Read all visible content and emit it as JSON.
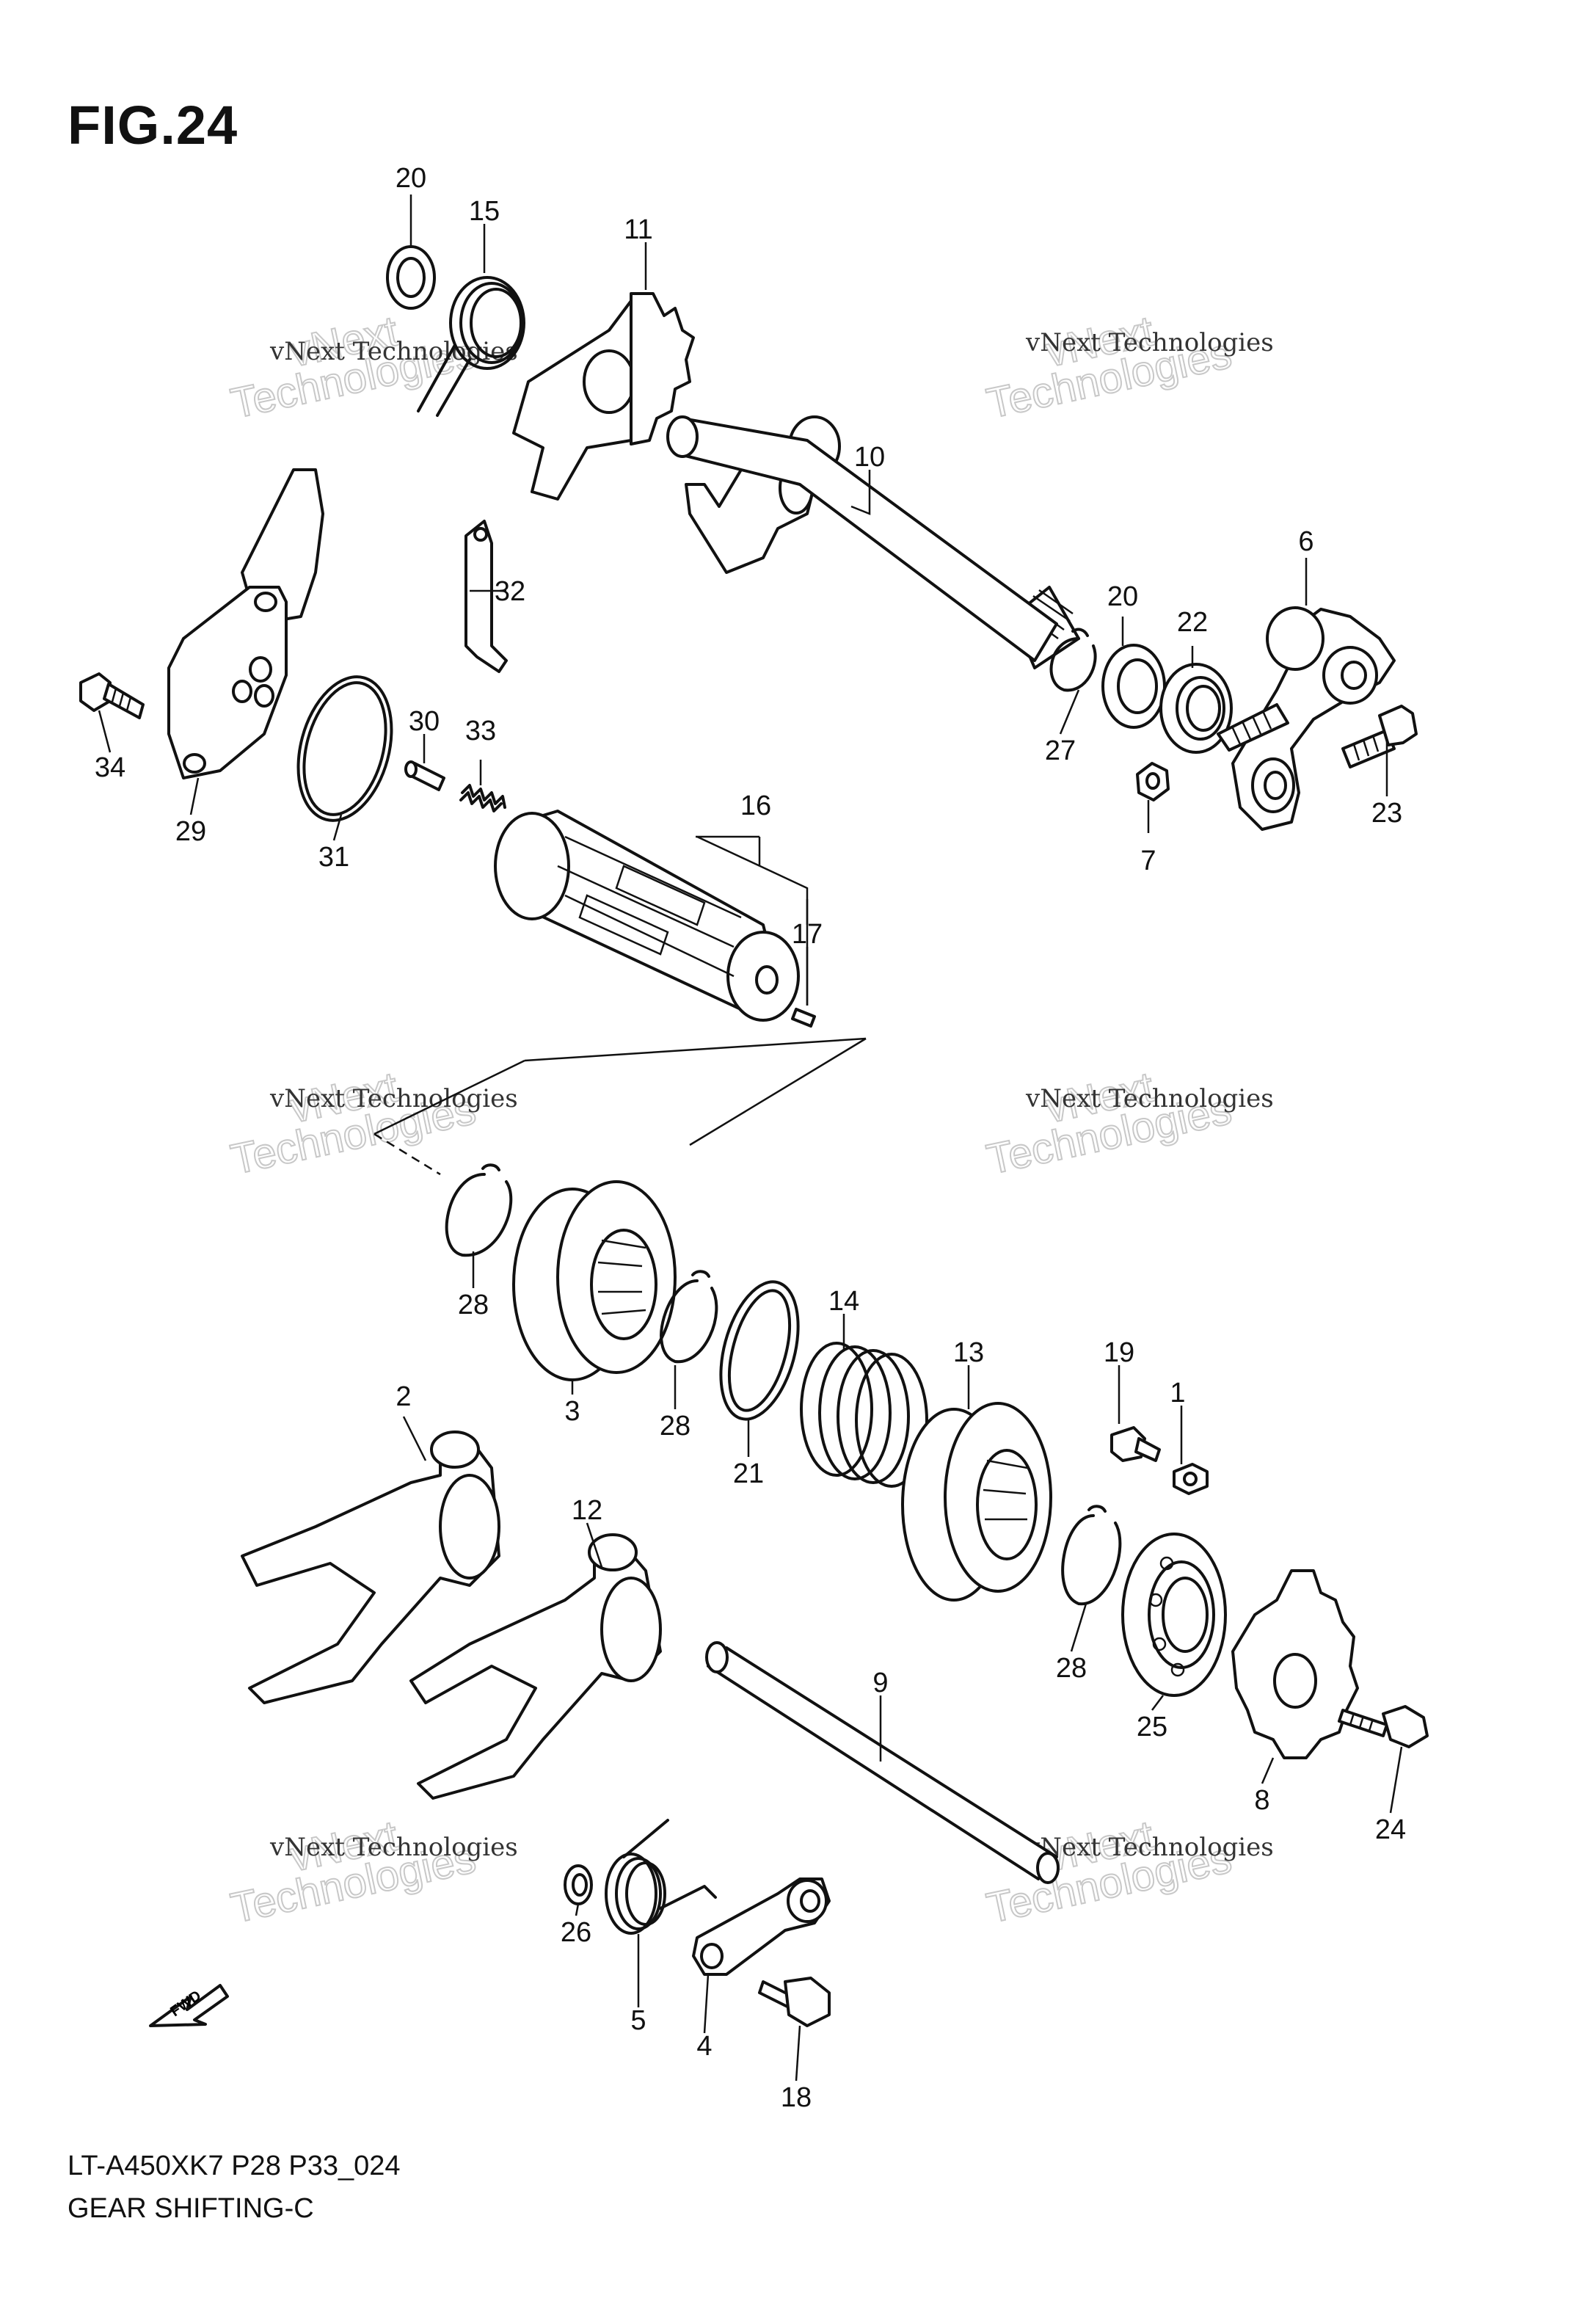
{
  "figure": {
    "title": "FIG.24",
    "model_code": "LT-A450XK7  P28  P33_024",
    "diagram_title": "GEAR SHIFTING-C"
  },
  "watermark": {
    "line1": "vNext Technologies",
    "line2": "vNext",
    "line3": "Technologies"
  },
  "fwd_label": "FWD",
  "part_labels": [
    "1",
    "2",
    "3",
    "4",
    "5",
    "6",
    "7",
    "8",
    "9",
    "10",
    "11",
    "12",
    "13",
    "14",
    "15",
    "16",
    "17",
    "18",
    "19",
    "20",
    "20",
    "21",
    "22",
    "23",
    "24",
    "25",
    "26",
    "27",
    "28",
    "28",
    "28",
    "29",
    "30",
    "31",
    "32",
    "33",
    "34"
  ]
}
